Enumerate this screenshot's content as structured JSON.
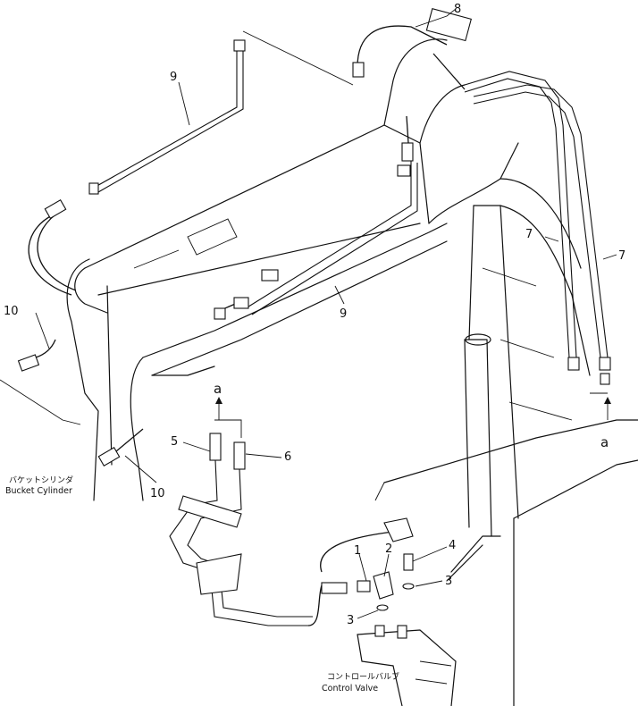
{
  "parts": {
    "p1": "1",
    "p2": "2",
    "p3a": "3",
    "p3b": "3",
    "p4": "4",
    "p5": "5",
    "p6": "6",
    "p7a": "7",
    "p7b": "7",
    "p8": "8",
    "p9a": "9",
    "p9b": "9",
    "p10a": "10",
    "p10b": "10"
  },
  "refs": {
    "a_top": "a",
    "a_right": "a"
  },
  "labels": {
    "bucket_cylinder_jp": "バケットシリンダ",
    "bucket_cylinder_en": "Bucket Cylinder",
    "control_valve_jp": "コントロールバルブ",
    "control_valve_en": "Control Valve"
  }
}
